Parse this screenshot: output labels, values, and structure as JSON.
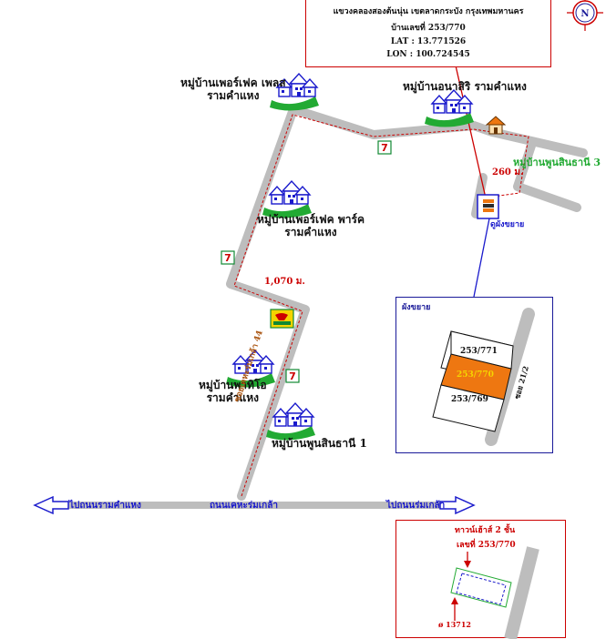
{
  "info": {
    "line1": "แขวงคลองสองต้นนุ่น เขตลาดกระบัง กรุงเทพมหานคร",
    "line2": "บ้านเลขที่ 253/770",
    "lat": "LAT : 13.771526",
    "lon": "LON : 100.724545"
  },
  "compass": {
    "label": "N"
  },
  "villages": {
    "perfect_place": [
      "หมู่บ้านเพอร์เฟค เพลส",
      "รามคำแหง"
    ],
    "anasiri": "หมู่บ้านอนาสิริ รามคำแหง",
    "sinthani3": "หมู่บ้านพูนสินธานี 3",
    "perfect_park": [
      "หมู่บ้านเพอร์เฟค พาร์ค",
      "รามคำแหง"
    ],
    "patio": [
      "หมู่บ้านพาทิโอ",
      "รามคำแหง"
    ],
    "sinthani1": "หมู่บ้านพูนสินธานี 1"
  },
  "distances": {
    "d260": "260 ม.",
    "d1070": "1,070 ม."
  },
  "roads": {
    "soi": "ซอยเคหะร่มเกล้า 44",
    "main": "ถนนเคหะร่มเกล้า",
    "to_ramkhamhaeng": "ไปถนนรามคำแหง",
    "to_romklao": "ไปถนนร่มเกล้า"
  },
  "marker_label": "ดูผังขยาย",
  "inset": {
    "title": "ผังขยาย",
    "plots": [
      "253/771",
      "253/770",
      "253/769"
    ],
    "road": "ซอย 21/2"
  },
  "inset2": {
    "title1": "ทาวน์เฮ้าส์ 2 ชั้น",
    "title2": "เลขที่ 253/770",
    "bottom": "ø 13712"
  },
  "colors": {
    "road": "#bdbdbd",
    "route": "#cc0000",
    "subject": "#ee7711",
    "blue": "#1a1acc",
    "seven": "#118833"
  }
}
